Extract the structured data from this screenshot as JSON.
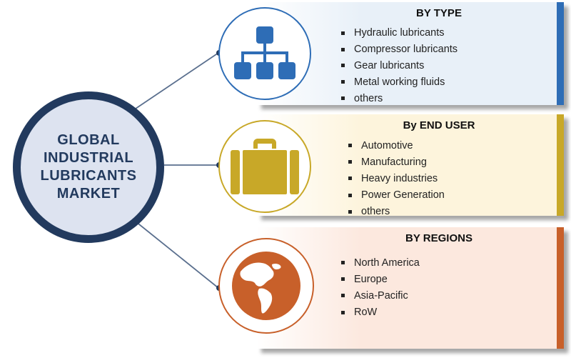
{
  "hub": {
    "title": "GLOBAL INDUSTRIAL LUBRICANTS MARKET"
  },
  "segments": [
    {
      "title": "BY TYPE",
      "icon": "hierarchy-icon",
      "color": "#2e6db6",
      "background": "#e8f0f8",
      "items": [
        "Hydraulic lubricants",
        "Compressor lubricants",
        "Gear lubricants",
        "Metal working fluids",
        "others"
      ]
    },
    {
      "title": "By END USER",
      "icon": "briefcase-icon",
      "color": "#c8a828",
      "background": "#fdf4dc",
      "items": [
        "Automotive",
        "Manufacturing",
        "Heavy industries",
        "Power Generation",
        "others"
      ]
    },
    {
      "title": "BY REGIONS",
      "icon": "globe-icon",
      "color": "#c8602a",
      "background": "#fce8de",
      "items": [
        "North America",
        "Europe",
        "Asia-Pacific",
        "RoW"
      ]
    }
  ]
}
